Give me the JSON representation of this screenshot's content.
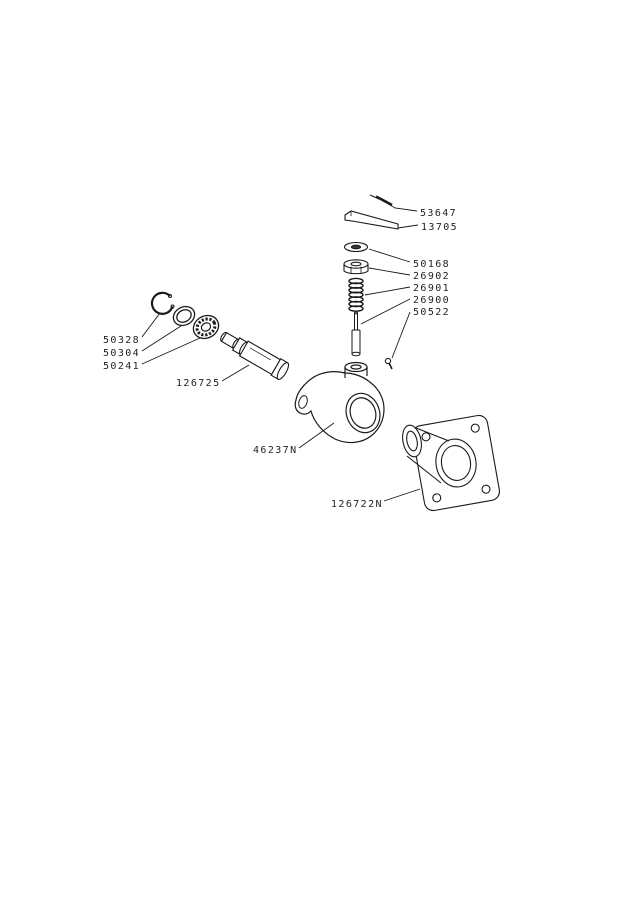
{
  "page": {
    "background_color": "#ffffff",
    "line_color": "#1a1a1a"
  },
  "diagram": {
    "type": "exploded-parts-diagram",
    "callouts": [
      {
        "part": "pin",
        "label": "53647"
      },
      {
        "part": "lever",
        "label": "13705"
      },
      {
        "part": "washer",
        "label": "50168"
      },
      {
        "part": "nut",
        "label": "26902"
      },
      {
        "part": "spring",
        "label": "26901"
      },
      {
        "part": "rod",
        "label": "26900"
      },
      {
        "part": "screw",
        "label": "50522"
      },
      {
        "part": "snap-ring",
        "label": "50328"
      },
      {
        "part": "ring",
        "label": "50304"
      },
      {
        "part": "bearing",
        "label": "50241"
      },
      {
        "part": "shaft",
        "label": "126725"
      },
      {
        "part": "housing",
        "label": "46237N"
      },
      {
        "part": "flange",
        "label": "126722N"
      }
    ]
  }
}
